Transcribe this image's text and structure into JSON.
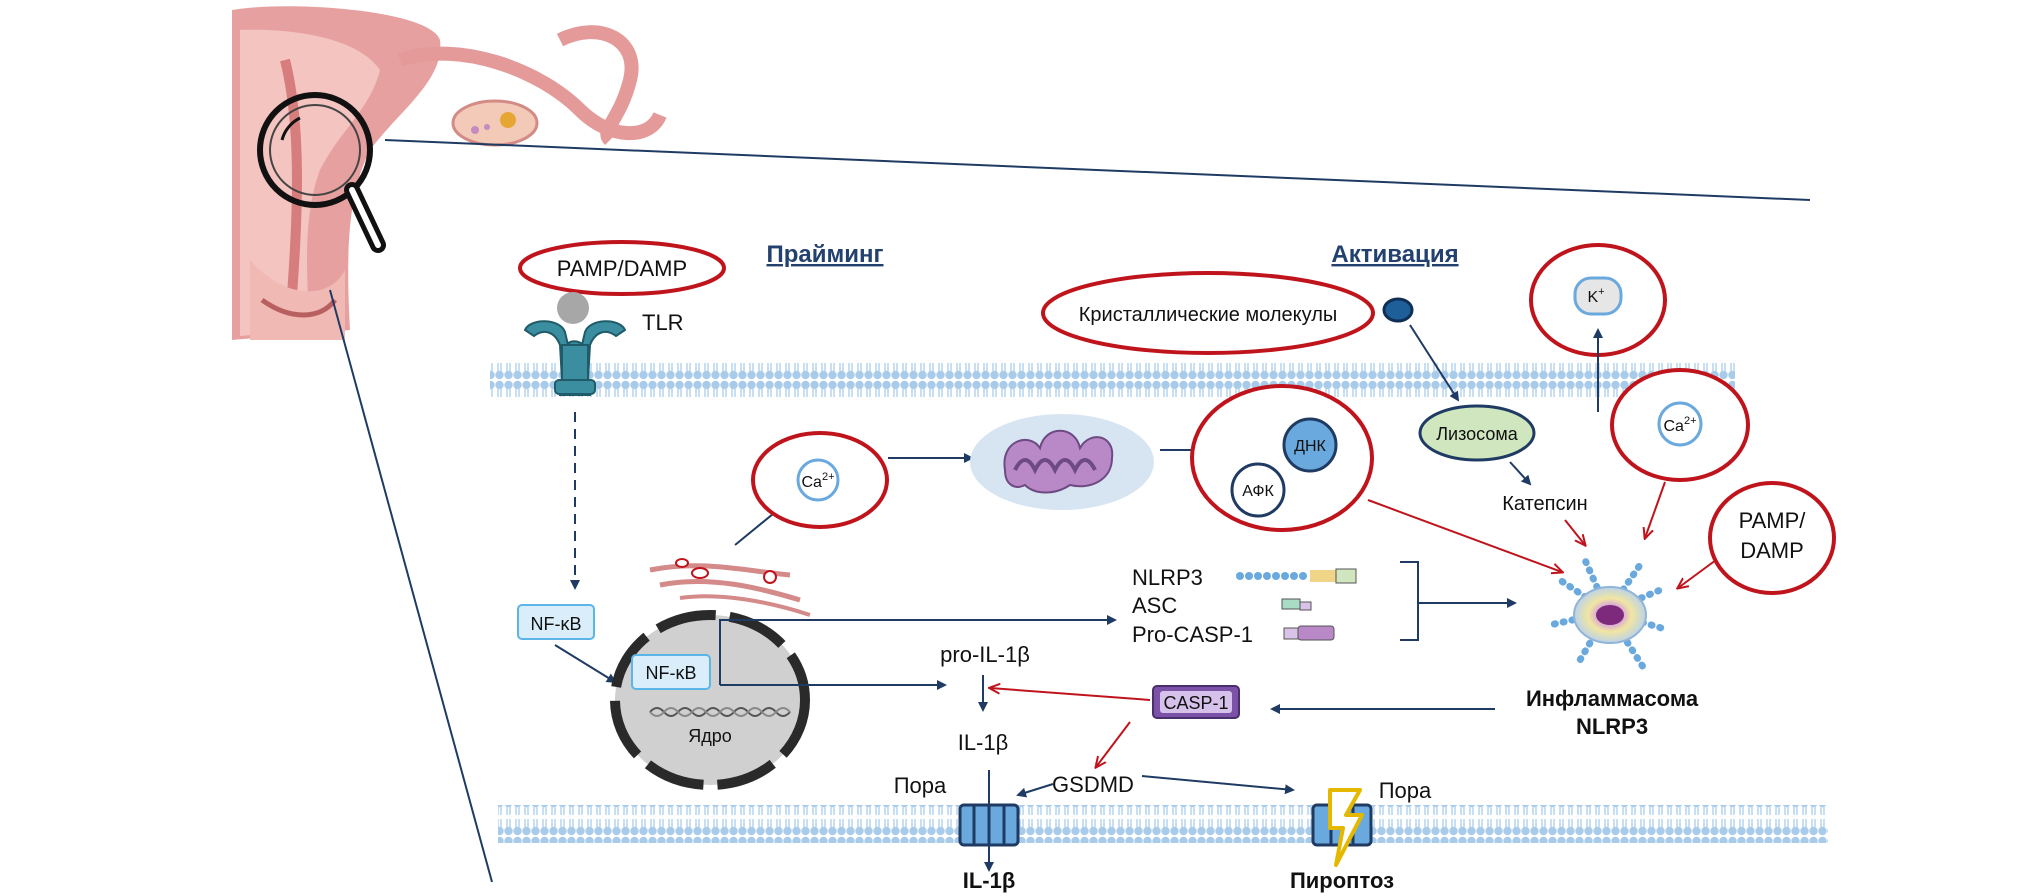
{
  "headers": {
    "priming": "Прайминг",
    "activation": "Активация"
  },
  "labels": {
    "pamp_damp_top": "PAMP/DAMP",
    "tlr": "TLR",
    "crystal_molecules": "Кристаллические молекулы",
    "k_ion": "K",
    "k_sup": "+",
    "lysosome": "Лизосома",
    "cathepsin": "Катепсин",
    "ca_sym": "Ca",
    "ca_sup": "2+",
    "dna": "ДНК",
    "ros": "АФК",
    "pamp_line1": "PAMP/",
    "pamp_line2": "DAMP",
    "nfkb": "NF-κB",
    "nucleus": "Ядро",
    "nlrp3": "NLRP3",
    "asc": "ASC",
    "pro_casp1": "Pro-CASP-1",
    "pro_il1b": "pro-IL-1β",
    "casp1": "CASP-1",
    "il1b": "IL-1β",
    "pore_left": "Пора",
    "pore_right": "Пора",
    "gsdmd": "GSDMD",
    "il1b_out": "IL-1β",
    "pyroptosis": "Пироптоз",
    "inflammasome_line1": "Инфламмасома",
    "inflammasome_line2": "NLRP3"
  },
  "colors": {
    "red_outline": "#c0141c",
    "navy": "#1f3b63",
    "membrane": "#a9cbea",
    "nfkb_fill": "#d9eefa",
    "nfkb_stroke": "#5bb5e6",
    "casp_fill": "#7b52a7",
    "lysosome_fill": "#cfe6bf",
    "mito_fill": "#b889c6",
    "dna_fill": "#5a8fc8"
  }
}
